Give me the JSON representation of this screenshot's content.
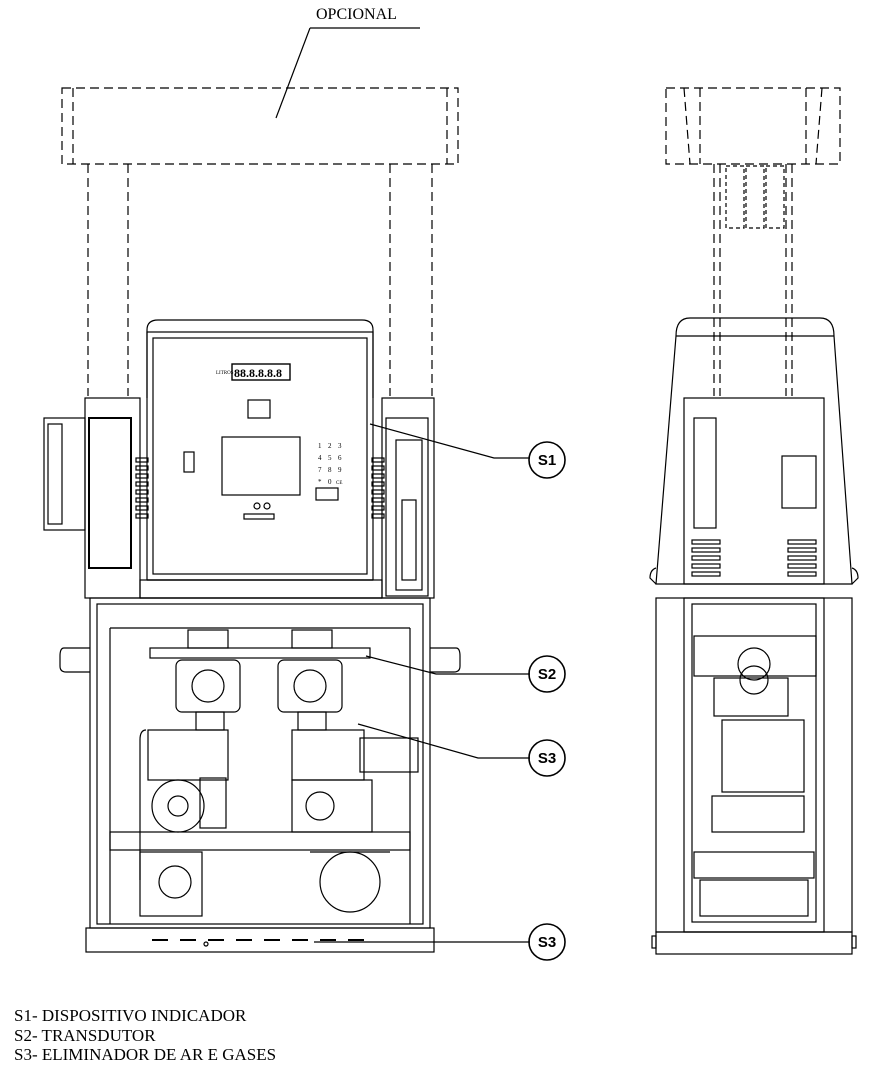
{
  "title_label": "OPCIONAL",
  "display_readout": "88.8.8.8.8",
  "display_brand": "LITROS",
  "keypad_keys": [
    "1",
    "2",
    "3",
    "4",
    "5",
    "6",
    "7",
    "8",
    "9",
    "*",
    "0",
    "CE"
  ],
  "callouts": [
    {
      "label": "S1"
    },
    {
      "label": "S2"
    },
    {
      "label": "S3"
    },
    {
      "label": "S3"
    }
  ],
  "legend": [
    "S1- DISPOSITIVO INDICADOR",
    "S2- TRANSDUTOR",
    "S3- ELIMINADOR DE AR E GASES"
  ]
}
